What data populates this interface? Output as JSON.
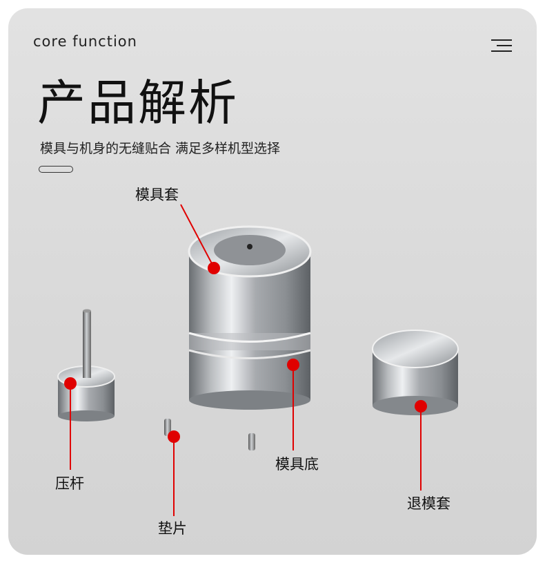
{
  "header": {
    "subtitle_en": "core function",
    "title": "产品解析",
    "tagline": "模具与机身的无缝贴合 满足多样机型选择"
  },
  "icons": {
    "menu": "menu-lines-icon"
  },
  "colors": {
    "card_bg": "#dadada",
    "marker": "#e00000",
    "text": "#111111"
  },
  "parts": {
    "mold_sleeve": "模具套",
    "mold_base": "模具底",
    "press_rod": "压杆",
    "spacer": "垫片",
    "ejector_sleeve": "退模套"
  }
}
